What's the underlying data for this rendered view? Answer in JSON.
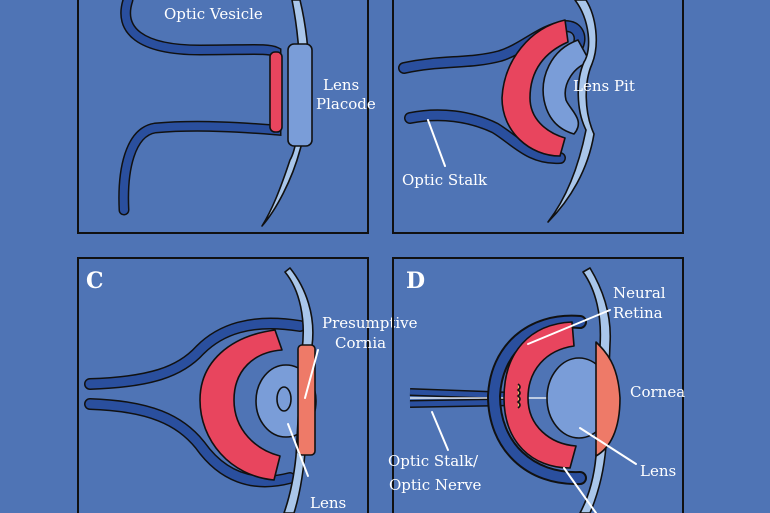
{
  "colors": {
    "background": "#4f74b5",
    "tissue_dark": "#2a4f9e",
    "tissue_light": "#7a9dd8",
    "retina_red": "#e8455e",
    "cornea_salmon": "#ee7a68",
    "ectoderm_pale": "#a9c6ea"
  },
  "panels": {
    "a": {
      "letter": "",
      "optic_vesicle": "Optic Vesicle",
      "lens_placode_line1": "Lens",
      "lens_placode_line2": "Placode"
    },
    "b": {
      "letter": "",
      "lens_pit": "Lens Pit",
      "optic_stalk": "Optic Stalk"
    },
    "c": {
      "letter": "C",
      "presumptive_cornia_line1": "Presumptive",
      "presumptive_cornia_line2": "Cornia",
      "lens": "Lens"
    },
    "d": {
      "letter": "D",
      "neural_retina_line1": "Neural",
      "neural_retina_line2": "Retina",
      "cornea": "Cornea",
      "lens": "Lens",
      "optic_stalk_line1": "Optic Stalk/",
      "optic_stalk_line2": "Optic Nerve"
    }
  }
}
